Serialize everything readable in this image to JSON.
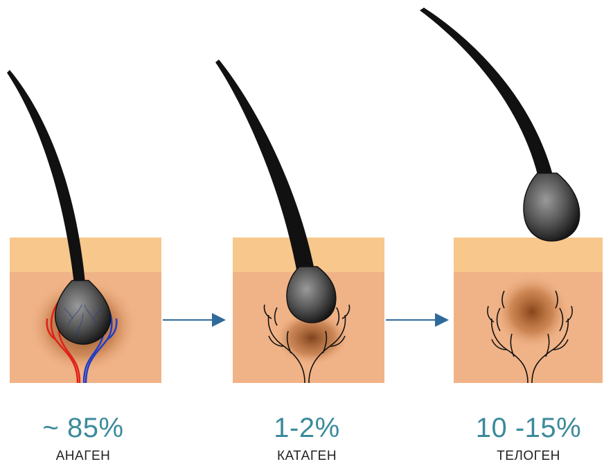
{
  "stages": [
    {
      "percent": "~ 85%",
      "name": "АНАГЕН"
    },
    {
      "percent": "1-2%",
      "name": "КАТАГЕН"
    },
    {
      "percent": "10 -15%",
      "name": "ТЕЛОГЕН"
    }
  ],
  "colors": {
    "skin_top": "#f7c78c",
    "skin_bottom": "#f0b387",
    "hair": "#111111",
    "artery": "#e0201a",
    "vein": "#1f3cc8",
    "arrow": "#2f6a9a",
    "percent_text": "#3b8a9b",
    "label_text": "#222222"
  }
}
